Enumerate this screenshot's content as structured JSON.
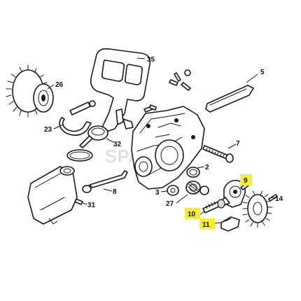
{
  "watermark": "SPARE",
  "highlight_color": "#f7ee34",
  "labels": {
    "p35": "35",
    "p26": "26",
    "p23": "23",
    "p5": "5",
    "p32": "32",
    "p7": "7",
    "p2": "2",
    "p9": "9",
    "p3": "3",
    "p8": "8",
    "p27": "27",
    "p14": "14",
    "p31": "31",
    "p10": "10",
    "p11": "11"
  },
  "highlighted_labels": [
    "9",
    "10",
    "11"
  ]
}
